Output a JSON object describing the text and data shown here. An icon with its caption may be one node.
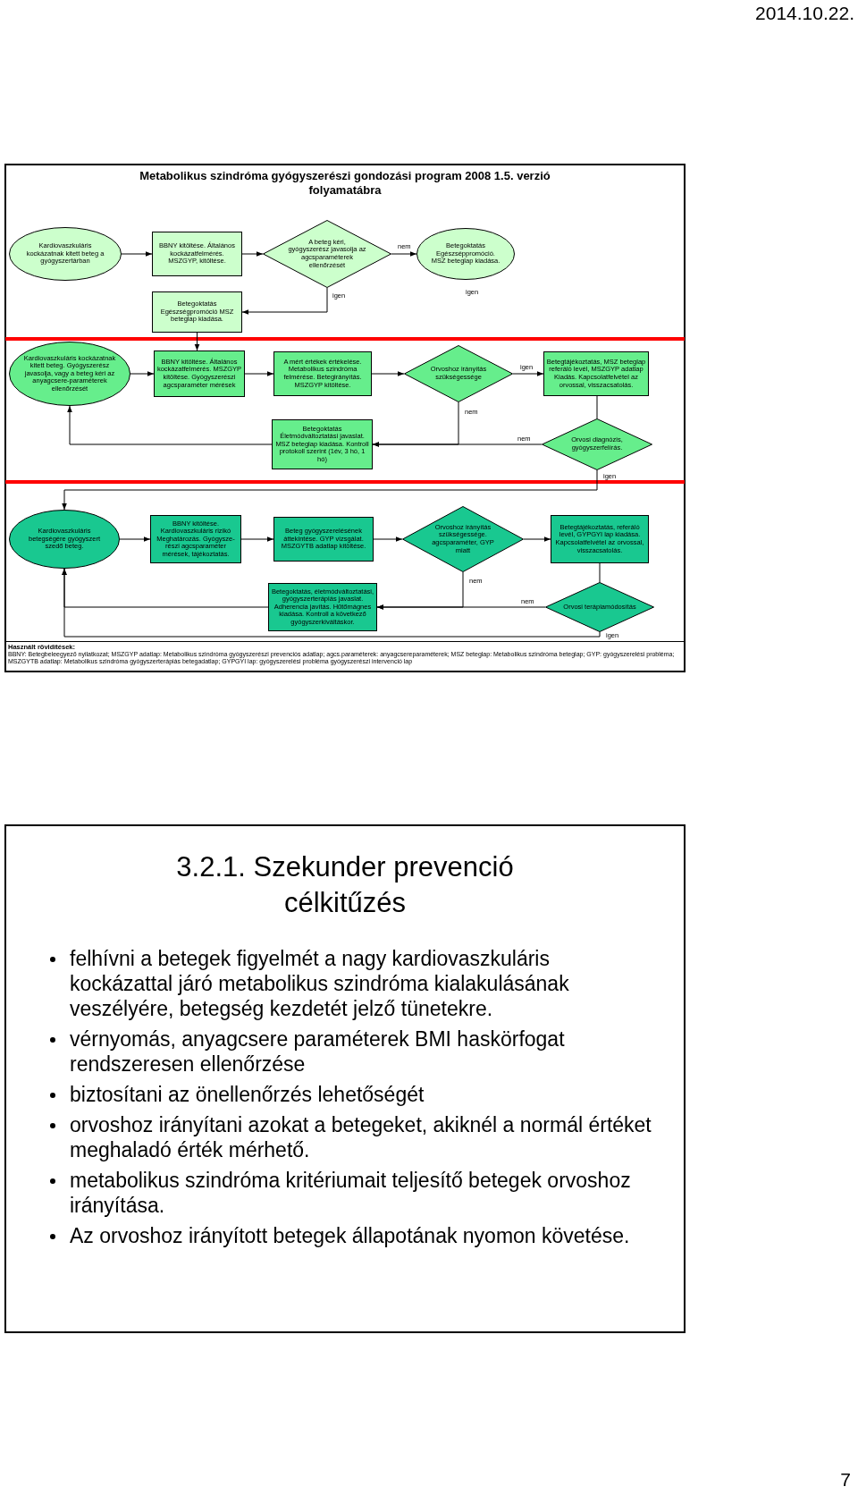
{
  "diagram": {
    "title": "Metabolikus szindróma gyógyszerészi gondozási program 2008 1.5. verzió folyamatábra",
    "nodes": [
      {
        "text": [
          "Kardiovaszkuláris kockázatnak kitett beteg a gyógyszertárban"
        ]
      },
      {
        "text": [
          "BBNY kitöltése. Általános kockázatfelmérés. MSZGYP, kitöltése."
        ]
      },
      {
        "text": [
          "A beteg kéri, gyógyszerész javasolja az agcsparaméterek ellenőrzését"
        ]
      },
      {
        "text": [
          "Betegoktatás Egészséppromóció. MSZ beteglap kiadása."
        ]
      },
      {
        "text": [
          "Betegoktatás Egészségpromóció MSZ beteglap kiadása."
        ]
      },
      {
        "text": [
          "Kardiovaszkuláris kockázatnak kitett beteg. Gyógyszerész javasolja, vagy a beteg kéri az anyagcsere-paraméterek ellenőrzését"
        ]
      },
      {
        "text": [
          "BBNY kitöltése. Általános kockázatfelmérés. MSZGYP kitöltése. Gyógyszerészi agcsparaméter mérések"
        ]
      },
      {
        "text": [
          "A mért értékek értékelése. Metabolikus szindróma felmérése. Betegirányítás. MSZGYP kitöltése."
        ]
      },
      {
        "text": [
          "Orvoshoz irányítás szükségessége"
        ]
      },
      {
        "text": [
          "Betegtájékoztatás, MSZ beteglap referáló levél, MSZGYP adatlap Kiadás. Kapcsolatfelvétel az orvossal, visszacsatolás."
        ]
      },
      {
        "text": [
          "Betegoktatás Életmódváltoztatási javaslat. MSZ beteglap kiadása. Kontroll protokoll szerint (1év, 3 hó, 1 hó)"
        ]
      },
      {
        "text": [
          "Orvosi diagnózis, gyógyszerfelírás."
        ]
      },
      {
        "text": [
          "Kardiovaszkuláris betegségére gyógyszert szedő beteg."
        ]
      },
      {
        "text": [
          "BBNY kitöltése. Kardiovaszkuláris rizikó Meghatározás. Gyógysze-részi agcsparaméter mérések, tájékoztatás."
        ]
      },
      {
        "text": [
          "Beteg gyógyszerelésének áttekintése. GYP vizsgálat. MSZGYTB adatlap kitöltése."
        ]
      },
      {
        "text": [
          "Orvoshoz irányítás szükségessége. agcsparaméter, GYP miatt"
        ]
      },
      {
        "text": [
          "Betegtájékoztatás, referáló levél, GYPGYI lap kiadása. Kapcsolatfelvétel az orvossal, visszacsatolás."
        ]
      },
      {
        "text": [
          "Betegoktatás, életmódváltoztatási, gyógyszerterápiás javaslat. Adherencia javítás. Hűtőmágnes kiadása. Kontroll a következő gyógyszerkiváltáskor."
        ]
      },
      {
        "text": [
          "Orvosi terápiamódosítás"
        ]
      }
    ],
    "edges": [
      {
        "from": 0,
        "to": 1,
        "arrow": "to"
      },
      {
        "from": 1,
        "to": 2,
        "arrow": "to"
      },
      {
        "from": 2,
        "to": 3,
        "arrow": "to",
        "label": "nem"
      },
      {
        "from": 2,
        "to": 4,
        "arrow": "to",
        "label": "igen"
      },
      {
        "from": 4,
        "to": 6,
        "arrow": "to"
      },
      {
        "from": 5,
        "to": 6,
        "arrow": "to"
      },
      {
        "from": 6,
        "to": 7,
        "arrow": "to"
      },
      {
        "from": 7,
        "to": 8,
        "arrow": "to"
      },
      {
        "from": 8,
        "to": 9,
        "arrow": "to",
        "label": "igen"
      },
      {
        "from": 9,
        "to": 11,
        "arrow": "none"
      },
      {
        "from": 8,
        "to": 10,
        "arrow": "to",
        "label": "nem"
      },
      {
        "from": 11,
        "to": 10,
        "arrow": "to",
        "label": "nem"
      },
      {
        "from": 10,
        "to": 5,
        "arrow": "to"
      },
      {
        "from": 11,
        "to": 12,
        "arrow": "to",
        "label": "igen"
      },
      {
        "from": 12,
        "to": 13,
        "arrow": "to"
      },
      {
        "from": 13,
        "to": 14,
        "arrow": "to"
      },
      {
        "from": 14,
        "to": 15,
        "arrow": "to"
      },
      {
        "from": 15,
        "to": 16,
        "arrow": "to"
      },
      {
        "from": 16,
        "to": 18,
        "arrow": "none"
      },
      {
        "from": 15,
        "to": 17,
        "arrow": "to",
        "label": "nem"
      },
      {
        "from": 18,
        "to": 17,
        "arrow": "to",
        "label": "nem"
      },
      {
        "from": 17,
        "to": 12,
        "arrow": "to"
      },
      {
        "from": 18,
        "to": 12,
        "arrow": "to",
        "label": "igen"
      }
    ],
    "labels": [
      "2014.10.22.",
      "igen",
      "Használt rövidítések:",
      "BBNY: Betegbeleegyező nyilatkozat; MSZGYP adatlap: Metabolikus szindróma gyógyszerészi prevenciós adatlap; agcs.paraméterek: anyagcsereparaméterek; MSZ beteglap: Metabolikus szindróma beteglap; GYP: gyógyszerelési probléma; MSZGYTB adatlap: Metabolikus szindróma gyógyszerterápiás betegadatlap; GYPGYI lap: gyógyszerelési probléma gyógyszerészi intervenció lap",
      "3.2.1. Szekunder prevenció célkitűzés",
      "felhívni a betegek figyelmét a nagy kardiovaszkuláris kockázattal járó metabolikus szindróma kialakulásának veszélyére, betegség kezdetét jelző tünetekre.",
      "vérnyomás, anyagcsere paraméterek BMI haskörfogat rendszeresen ellenőrzése",
      "biztosítani az önellenőrzés lehetőségét",
      "orvoshoz irányítani azokat a betegeket, akiknél a normál értéket meghaladó érték mérhető.",
      "metabolikus szindróma kritériumait teljesítő betegek orvoshoz irányítása.",
      "Az orvoshoz irányított betegek állapotának nyomon követése.",
      "7"
    ]
  }
}
